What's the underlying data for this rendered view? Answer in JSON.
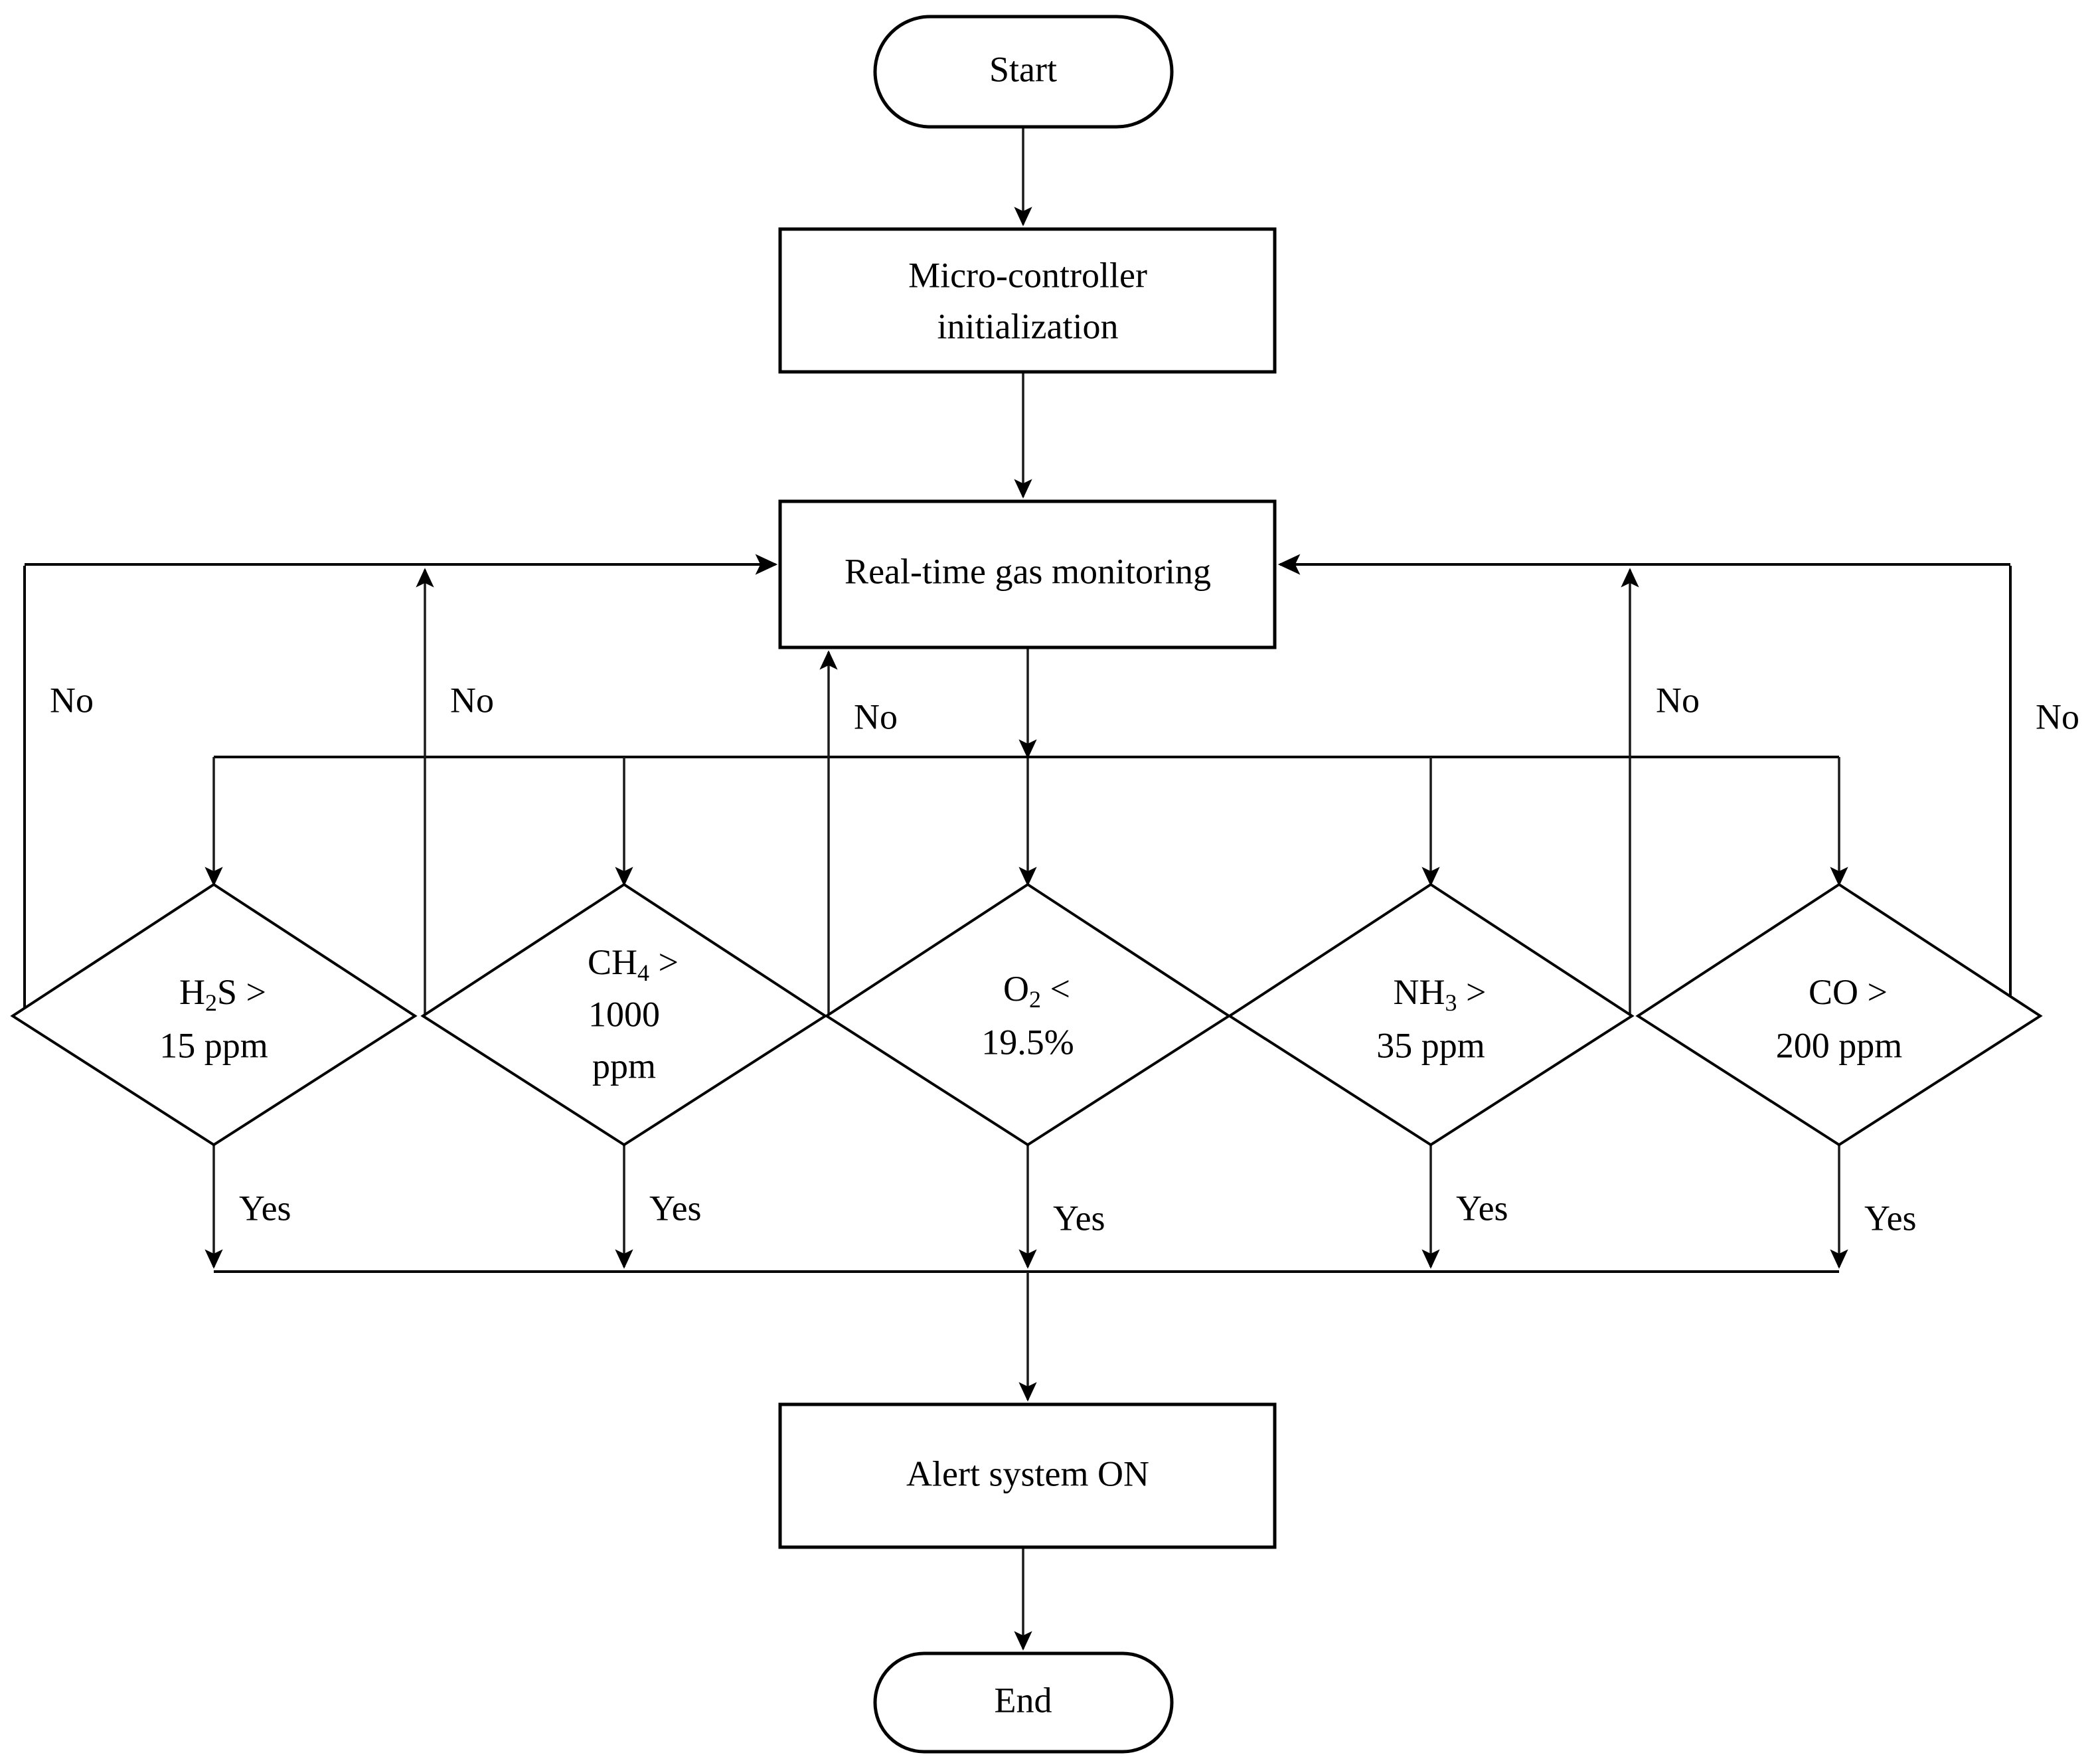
{
  "diagram": {
    "type": "flowchart",
    "title": "Real-time multi-gas monitoring and alert flowchart",
    "line_color": "#000000",
    "fill_color": "#ffffff",
    "nodes": {
      "start": {
        "label": "Start",
        "shape": "terminator"
      },
      "init": {
        "line1": "Micro-controller",
        "line2": "initialization",
        "shape": "process"
      },
      "monitor": {
        "label": "Real-time gas monitoring",
        "shape": "process"
      },
      "alert": {
        "label": "Alert system ON",
        "shape": "process"
      },
      "end": {
        "label": "End",
        "shape": "terminator"
      }
    },
    "decisions": [
      {
        "id": "h2s",
        "gas": "H",
        "gas_sub": "2",
        "gas_tail": "S",
        "operator": ">",
        "line1": "H2S >",
        "line2": "15 ppm",
        "line3": "",
        "threshold": "15 ppm",
        "yes_label": "Yes",
        "no_label": "No"
      },
      {
        "id": "ch4",
        "gas": "CH",
        "gas_sub": "4",
        "gas_tail": "",
        "operator": ">",
        "line1": "CH4 >",
        "line2": "1000",
        "line3": "ppm",
        "threshold": "1000 ppm",
        "yes_label": "Yes",
        "no_label": "No"
      },
      {
        "id": "o2",
        "gas": "O",
        "gas_sub": "2",
        "gas_tail": "",
        "operator": "<",
        "line1": "O2 <",
        "line2": "19.5%",
        "line3": "",
        "threshold": "19.5%",
        "yes_label": "Yes",
        "no_label": "No"
      },
      {
        "id": "nh3",
        "gas": "NH",
        "gas_sub": "3",
        "gas_tail": "",
        "operator": ">",
        "line1": "NH3 >",
        "line2": "35 ppm",
        "line3": "",
        "threshold": "35 ppm",
        "yes_label": "Yes",
        "no_label": "No"
      },
      {
        "id": "co",
        "gas": "CO",
        "gas_sub": "",
        "gas_tail": "",
        "operator": ">",
        "line1": "CO >",
        "line2": "200 ppm",
        "line3": "",
        "threshold": "200 ppm",
        "yes_label": "Yes",
        "no_label": "No"
      }
    ],
    "edge_labels": {
      "no_1": "No",
      "no_2": "No",
      "no_3": "No",
      "no_4": "No",
      "no_5": "No",
      "yes_1": "Yes",
      "yes_2": "Yes",
      "yes_3": "Yes",
      "yes_4": "Yes",
      "yes_5": "Yes"
    }
  }
}
